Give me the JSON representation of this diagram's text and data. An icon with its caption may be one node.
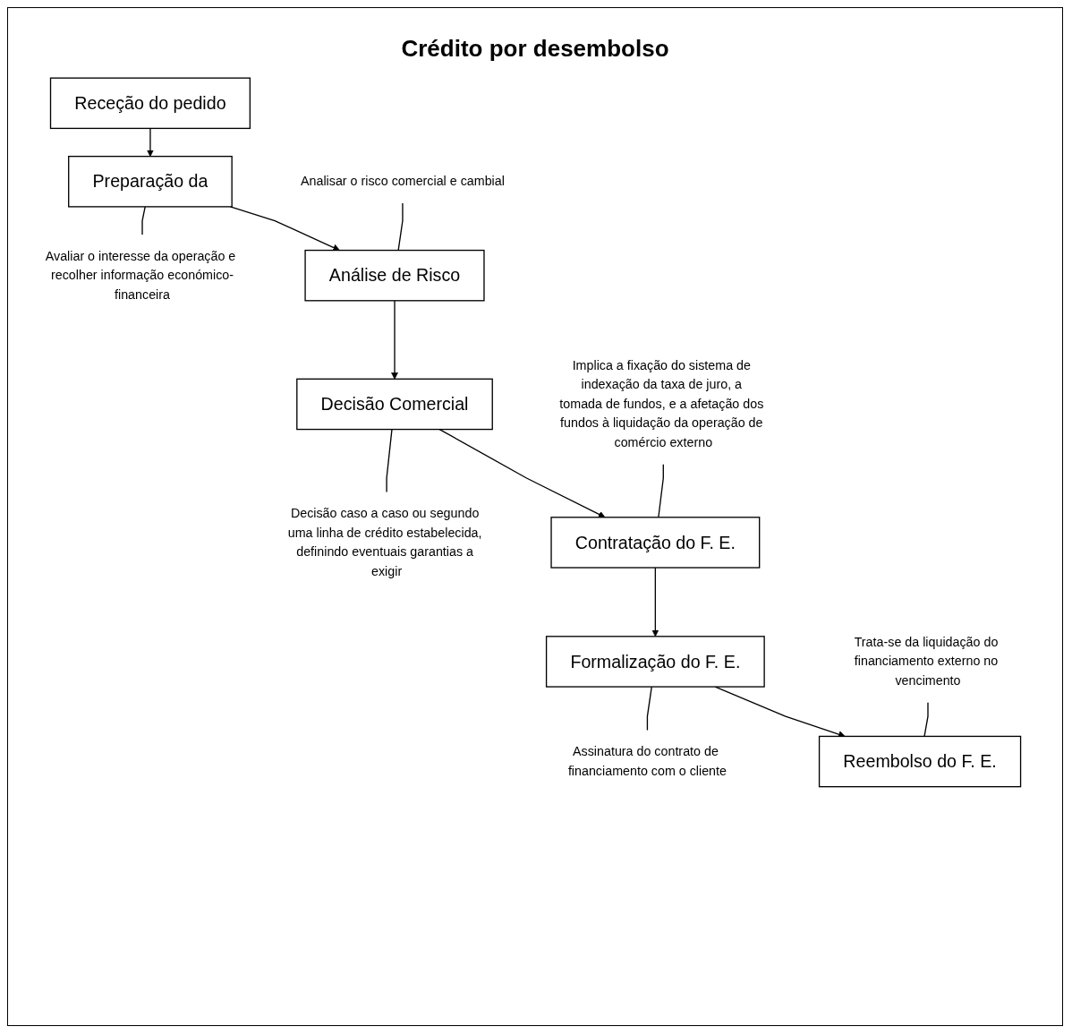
{
  "diagram": {
    "title": "Crédito por desembolso",
    "nodes": [
      {
        "text": [
          "Receção do pedido"
        ]
      },
      {
        "text": [
          "Avaliar o interesse da operação e recolher informação económico-financeira"
        ]
      },
      {
        "text": [
          "Preparação da"
        ]
      },
      {
        "text": [
          "Analisar o risco comercial e cambial"
        ]
      },
      {
        "text": [
          "Análise de Risco"
        ]
      },
      {
        "text": [
          "Decisão caso a caso ou segundo uma linha de crédito estabelecida, definindo eventuais garantias a exigir"
        ]
      },
      {
        "text": [
          "Decisão Comercial"
        ]
      },
      {
        "text": [
          "Implica a fixação do sistema de indexação da taxa de juro, a tomada de fundos, e a afetação dos fundos à liquidação da operação de comércio externo"
        ]
      },
      {
        "text": [
          "Contratação do F. E."
        ]
      },
      {
        "text": [
          "Assinatura do contrato de financiamento com o cliente"
        ]
      },
      {
        "text": [
          "Formalização do F. E."
        ]
      },
      {
        "text": [
          "Trata-se da liquidação do financiamento externo no vencimento"
        ]
      },
      {
        "text": [
          "Reembolso do F. E."
        ]
      }
    ],
    "edges": [
      {
        "from": 0,
        "to": 2,
        "arrow": "to"
      },
      {
        "from": 2,
        "to": 1,
        "arrow": "none"
      },
      {
        "from": 2,
        "to": 4,
        "arrow": "to"
      },
      {
        "from": 3,
        "to": 4,
        "arrow": "none"
      },
      {
        "from": 4,
        "to": 6,
        "arrow": "to"
      },
      {
        "from": 6,
        "to": 5,
        "arrow": "none"
      },
      {
        "from": 6,
        "to": 8,
        "arrow": "to"
      },
      {
        "from": 7,
        "to": 8,
        "arrow": "none"
      },
      {
        "from": 8,
        "to": 10,
        "arrow": "to"
      },
      {
        "from": 10,
        "to": 9,
        "arrow": "none"
      },
      {
        "from": 10,
        "to": 12,
        "arrow": "to"
      },
      {
        "from": 11,
        "to": 12,
        "arrow": "none"
      }
    ]
  }
}
